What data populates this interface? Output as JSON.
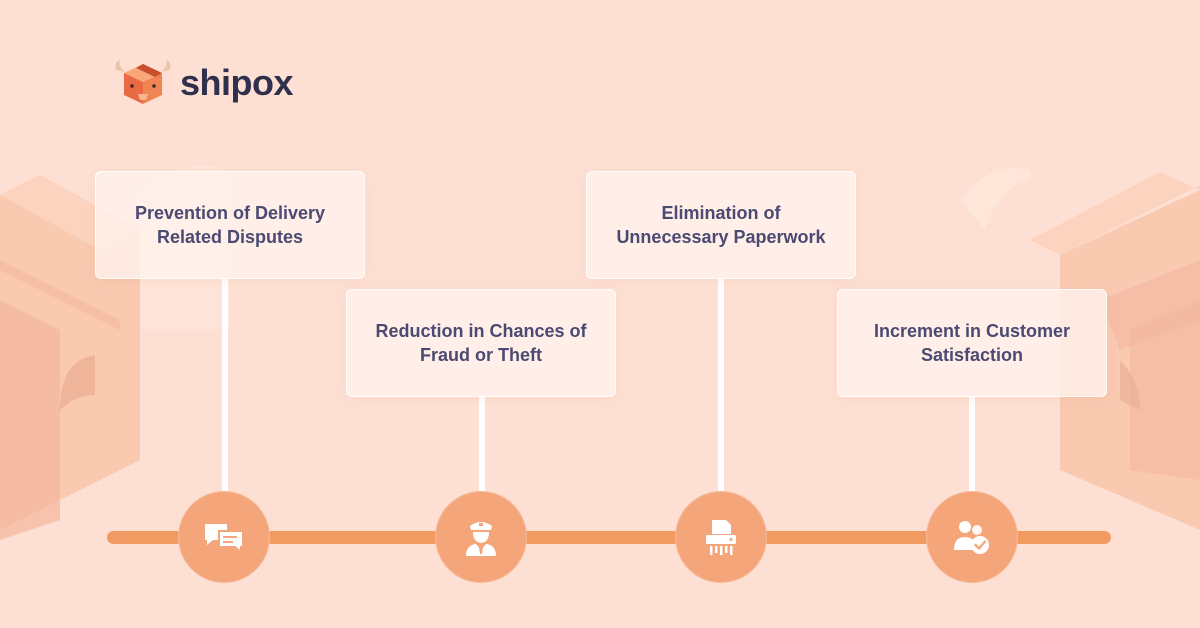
{
  "brand": {
    "name": "shipox"
  },
  "colors": {
    "background": "#fde0d3",
    "timeline": "#f19a62",
    "node": "#f4a57a",
    "card_text": "#4a4a72",
    "logo_text": "#2f2f4e"
  },
  "milestones": [
    {
      "label": "Prevention of Delivery Related Disputes",
      "icon": "chat-bubbles-icon"
    },
    {
      "label": "Reduction in Chances of Fraud or Theft",
      "icon": "security-guard-icon"
    },
    {
      "label": "Elimination of Unnecessary Paperwork",
      "icon": "paper-shredder-icon"
    },
    {
      "label": "Increment in Customer Satisfaction",
      "icon": "users-check-icon"
    }
  ]
}
